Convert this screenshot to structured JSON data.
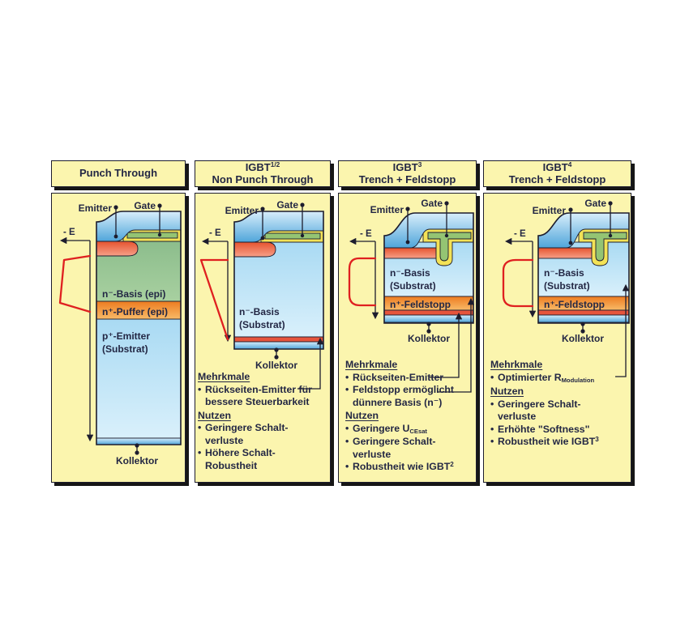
{
  "glyphs": {
    "bullet": "•"
  },
  "colors": {
    "ink": "#1d1d2e",
    "text": "#232744",
    "paper": "#ffffff",
    "panel": "#fbf5ae",
    "oxide": "#f3e256",
    "poly": "#94c473",
    "bred": "#e6543c",
    "fieldred": "#df2020",
    "metal_blue": "#4fa5da",
    "substrat_blue": "#aedcf4",
    "basis_green": "#93c293",
    "puffer_orange": "#ee7f24",
    "pwell_red": "#e85a3e"
  },
  "panels": [
    {
      "title": {
        "line1": "Punch Through",
        "line2": ""
      },
      "labels": {
        "emitter": "Emitter",
        "gate": "Gate",
        "field": "- E",
        "kollektor": "Kollektor"
      },
      "layers": {
        "l1": "n⁻-Basis (epi)",
        "l2": "n⁺-Puffer (epi)",
        "l3a": "p⁺-Emitter",
        "l3b": "(Substrat)"
      }
    },
    {
      "title": {
        "line1": "IGBT<sup>1/2</sup>",
        "line2": "Non Punch Through"
      },
      "labels": {
        "emitter": "Emitter",
        "gate": "Gate",
        "field": "- E",
        "kollektor": "Kollektor"
      },
      "layers": {
        "l1a": "n⁻-Basis",
        "l1b": "(Substrat)"
      },
      "features": {
        "heading1": "Mehrkmale",
        "items1": [
          "Rückseiten-Emitter für<br>bessere Steuerbarkeit"
        ],
        "heading2": "Nutzen",
        "items2": [
          "Geringere Schalt-<br>verluste",
          "Höhere Schalt-<br>Robustheit"
        ]
      }
    },
    {
      "title": {
        "line1": "IGBT<sup>3</sup>",
        "line2": "Trench + Feldstopp"
      },
      "labels": {
        "emitter": "Emitter",
        "gate": "Gate",
        "field": "- E",
        "kollektor": "Kollektor"
      },
      "layers": {
        "l1a": "n⁻-Basis",
        "l1b": "(Substrat)",
        "l2": "n⁺-Feldstopp"
      },
      "features": {
        "heading1": "Mehrkmale",
        "items1": [
          "Rückseiten-Emitter",
          "Feldstopp ermöglicht<br>dünnere Basis (n⁻)"
        ],
        "heading2": "Nutzen",
        "items2": [
          "Geringere U<sub>CEsat</sub>",
          "Geringere Schalt-<br>verluste",
          "Robustheit wie IGBT<sup>2</sup>"
        ]
      }
    },
    {
      "title": {
        "line1": "IGBT<sup>4</sup>",
        "line2": "Trench + Feldstopp"
      },
      "labels": {
        "emitter": "Emitter",
        "gate": "Gate",
        "field": "- E",
        "kollektor": "Kollektor"
      },
      "layers": {
        "l1a": "n⁻-Basis",
        "l1b": "(Substrat)",
        "l2": "n⁺-Feldstopp"
      },
      "features": {
        "heading1": "Mehrkmale",
        "items1": [
          "Optimierter R<sub>Modulation</sub>"
        ],
        "heading2": "Nutzen",
        "items2": [
          "Geringere Schalt-<br>verluste",
          "Erhöhte \"Softness\"",
          "Robustheit wie IGBT<sup>3</sup>"
        ]
      }
    }
  ]
}
